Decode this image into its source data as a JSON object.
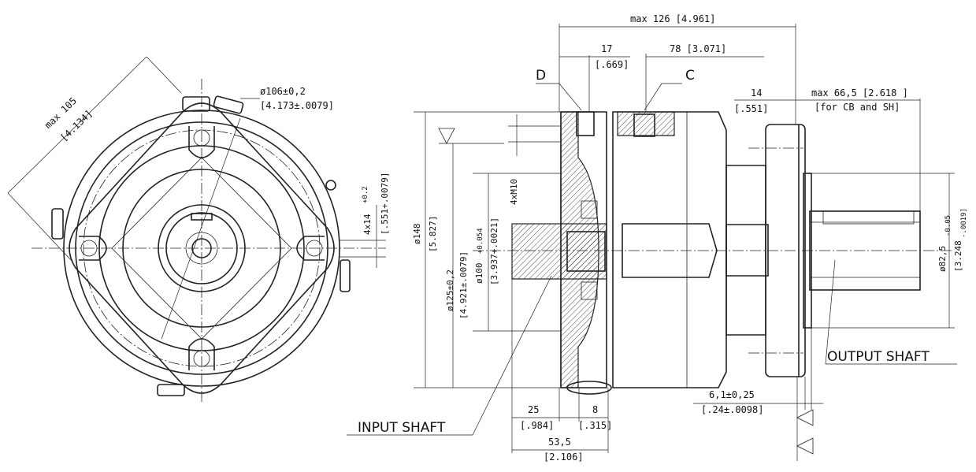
{
  "front_view": {
    "max_diag": "max 105",
    "max_diag_in": "[4.134]",
    "bolt_circle": "ø106±0,2",
    "bolt_circle_in": "[4.173±.0079]",
    "key_mm": "4x14",
    "key_mm_tol": "+0.2",
    "key_in": "[.551+.0079]"
  },
  "side_view": {
    "overall_len": "max 126 [4.961]",
    "port_d_offset": "17",
    "port_d_offset_in": "[.669]",
    "port_c_offset": "78 [3.071]",
    "label_d": "D",
    "label_c": "C",
    "flange_thk": "14",
    "flange_thk_in": "[.551]",
    "shaft_len": "max 66,5 [2.618 ]",
    "shaft_len_note": "[for CB and SH]",
    "thread": "4xM10",
    "height": "ø148",
    "height_in": "[5.827]",
    "bolt_dia": "ø125±0,2",
    "bolt_dia_in": "[4.921±.0079]",
    "pilot_dia": "ø100",
    "pilot_dia_tol": "+0.054",
    "pilot_dia_in": "[3.937+.0021]",
    "out_dia": "ø82,5",
    "out_dia_tol": "-0.05",
    "out_dia_in": "[3.248",
    "out_dia_in_tol": "-.0019]",
    "dim_25": "25",
    "dim_25_in": "[.984]",
    "dim_8": "8",
    "dim_8_in": "[.315]",
    "dim_53": "53,5",
    "dim_53_in": "[2.106]",
    "dim_61": "6,1±0,25",
    "dim_61_in": "[.24±.0098]",
    "input_shaft": "INPUT SHAFT",
    "output_shaft": "OUTPUT SHAFT"
  }
}
